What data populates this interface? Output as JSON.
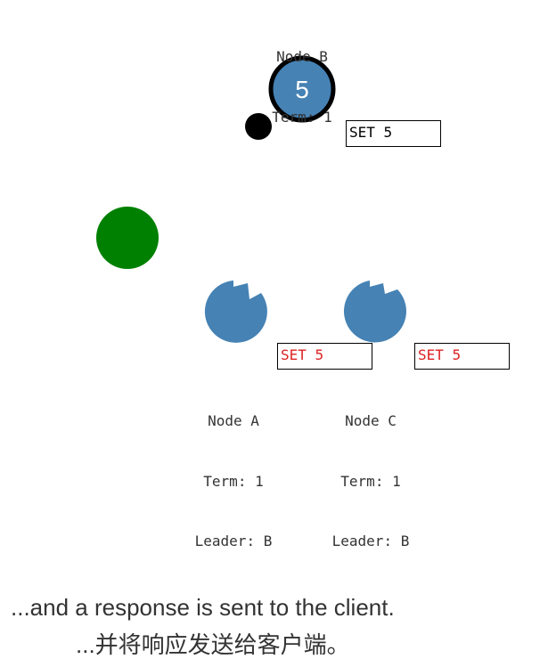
{
  "colors": {
    "node_fill": "#4682b4",
    "client_fill": "#008000",
    "leader_ring": "#000000",
    "uncommitted_text": "#dd2222",
    "committed_text": "#000000",
    "label_text": "#333333"
  },
  "nodes": {
    "b": {
      "name": "Node B",
      "term": "Term: 1",
      "value": "5",
      "role": "leader",
      "log_entry": "SET 5",
      "log_committed": true
    },
    "a": {
      "name": "Node A",
      "term": "Term: 1",
      "leader": "Leader: B",
      "role": "follower",
      "log_entry": "SET 5",
      "log_committed": false
    },
    "c": {
      "name": "Node C",
      "term": "Term: 1",
      "leader": "Leader: B",
      "role": "follower",
      "log_entry": "SET 5",
      "log_committed": false
    }
  },
  "client": {
    "role": "client"
  },
  "message": {
    "type": "response",
    "from": "Node B",
    "to": "client"
  },
  "caption": {
    "en": "...and a response is sent to the client.",
    "zh": "...并将响应发送给客户端。"
  }
}
